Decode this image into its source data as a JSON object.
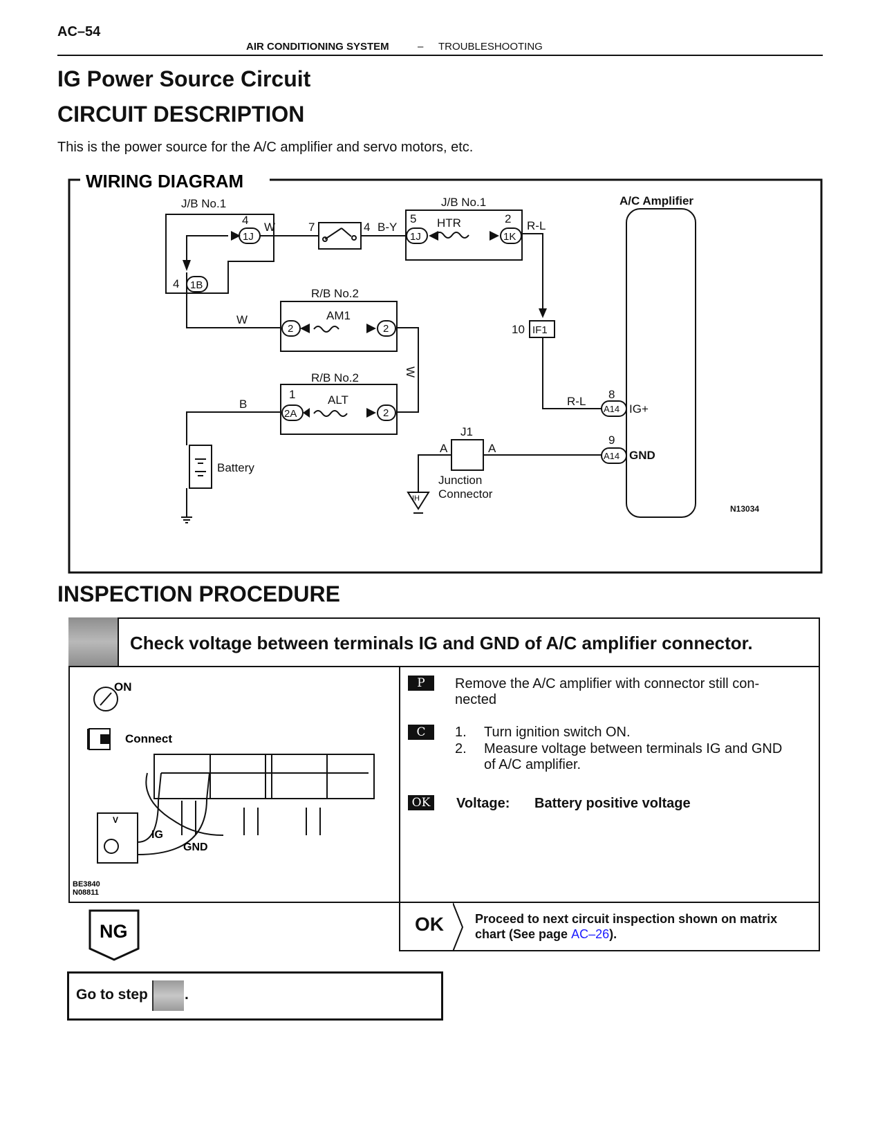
{
  "header": {
    "page_code": "AC–54",
    "section": "AIR CONDITIONING SYSTEM",
    "dash": "–",
    "subsection": "TROUBLESHOOTING"
  },
  "title": "IG Power Source Circuit",
  "circuit_heading": "CIRCUIT DESCRIPTION",
  "circuit_text": "This is the power source for the A/C amplifier and servo motors, etc.",
  "wiring": {
    "heading": "WIRING DIAGRAM",
    "jb1_left": "J/B No.1",
    "jb1_right": "J/B No.1",
    "amp_title": "A/C Amplifier",
    "pin4": "4",
    "conn_1j": "1J",
    "wire_w": "W",
    "pin7": "7",
    "pin4b": "4",
    "wire_by": "B-Y",
    "pin5": "5",
    "htr": "HTR",
    "pin2": "2",
    "conn_1k": "1K",
    "wire_rl": "R-L",
    "pin4c": "4",
    "conn_1b": "1B",
    "rb2_a": "R/B No.2",
    "am1": "AM1",
    "pin_am1_l": "2",
    "pin_am1_r": "2",
    "wire_w2": "W",
    "wire_w3": "W",
    "pin10": "10",
    "conn_if1": "IF1",
    "rb2_b": "R/B No.2",
    "alt": "ALT",
    "pin1": "1",
    "conn_2a": "2A",
    "pin_alt_r": "2",
    "wire_b": "B",
    "wire_rl2": "R-L",
    "pin8": "8",
    "conn_a14_a": "A14",
    "ig_plus": "IG+",
    "pin9": "9",
    "conn_a14_b": "A14",
    "gnd": "GND",
    "j1": "J1",
    "pin_a_l": "A",
    "pin_a_r": "A",
    "junction": "Junction",
    "connector": "Connector",
    "ground_ih": "IH",
    "battery": "Battery",
    "code": "N13034"
  },
  "inspection_heading": "INSPECTION PROCEDURE",
  "step": {
    "check_text": "Check voltage between terminals IG and GND of A/C amplifier connector.",
    "fig_on": "ON",
    "fig_connect": "Connect",
    "fig_v": "V",
    "fig_ig": "IG",
    "fig_gnd": "GND",
    "fig_code1": "BE3840",
    "fig_code2": "N08811",
    "p_tag": "P",
    "p_text_1": "Remove the A/C amplifier with connector still con-",
    "p_text_2": "nected",
    "c_tag": "C",
    "c_items": [
      {
        "num": "1.",
        "text": "Turn ignition switch ON."
      },
      {
        "num": "2.",
        "text": "Measure voltage between terminals IG and GND"
      }
    ],
    "c_item2_cont": "of A/C amplifier.",
    "ok_tag": "OK",
    "ok_label": "Voltage:",
    "ok_value": "Battery positive voltage"
  },
  "ok_branch": {
    "label": "OK",
    "text_1": "Proceed to next circuit inspection shown on matrix",
    "text_2a": "chart (See page ",
    "link": "AC–26",
    "text_2b": ")."
  },
  "ng_branch": {
    "label": "NG",
    "goto": "Go to step",
    "dot": "."
  }
}
